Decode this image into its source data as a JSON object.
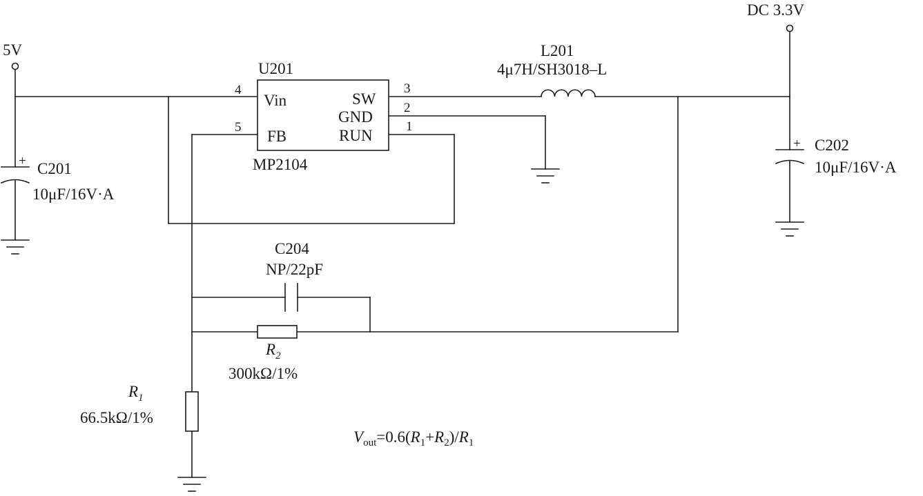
{
  "inputs": {
    "v5": "5V",
    "dc33": "DC 3.3V"
  },
  "ic": {
    "ref": "U201",
    "part": "MP2104",
    "pins": [
      {
        "num": "4",
        "name": "Vin"
      },
      {
        "num": "5",
        "name": "FB"
      },
      {
        "num": "3",
        "name": "SW"
      },
      {
        "num": "2",
        "name": "GND"
      },
      {
        "num": "1",
        "name": "RUN"
      }
    ]
  },
  "inductor": {
    "ref": "L201",
    "value": "4μ7H/SH3018–L"
  },
  "c201": {
    "ref": "C201",
    "value": "10μF/16V·A",
    "polarity": "+"
  },
  "c202": {
    "ref": "C202",
    "value": "10μF/16V·A",
    "polarity": "+"
  },
  "c204": {
    "ref": "C204",
    "value": "NP/22pF"
  },
  "r2": {
    "ref": "R",
    "sub": "2",
    "value": "300kΩ/1%"
  },
  "r1": {
    "ref": "R",
    "sub": "1",
    "value": "66.5kΩ/1%"
  },
  "formula": {
    "v": "V",
    "v_sub": "out",
    "eq": "=0.6(",
    "r1": "R",
    "r1_sub": "1",
    "plus": "+",
    "r2": "R",
    "r2_sub": "2",
    "close": ")/",
    "r1b": "R",
    "r1b_sub": "1"
  }
}
